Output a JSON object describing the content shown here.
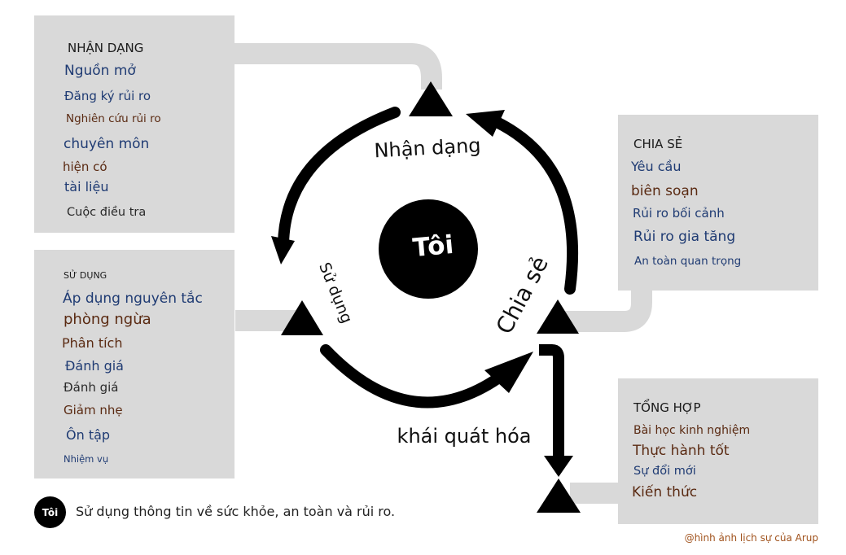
{
  "panels": {
    "identify": {
      "heading": "NHẬN DẠNG",
      "items": [
        "Nguồn mở",
        "Đăng ký rủi ro",
        "Nghiên cứu rủi ro",
        "chuyên môn",
        "hiện có",
        "tài liệu",
        "Cuộc điều tra"
      ]
    },
    "share": {
      "heading": "CHIA SẺ",
      "items": [
        "Yêu cầu",
        "biên soạn",
        "Rủi ro bối cảnh",
        "Rủi ro gia tăng",
        "An toàn quan trọng"
      ]
    },
    "use": {
      "heading": "SỬ DỤNG",
      "items": [
        "Áp dụng nguyên tắc",
        "phòng ngừa",
        "Phân tích",
        "Đánh giá",
        "Đánh giá",
        "Giảm nhẹ",
        "Ôn tập",
        "Nhiệm vụ"
      ]
    },
    "synthesize": {
      "heading": "TỔNG HỢP",
      "items": [
        "Bài học kinh nghiệm",
        "Thực hành tốt",
        "Sự đổi mới",
        "Kiến thức"
      ]
    }
  },
  "cycle": {
    "center": "Tôi",
    "identify": "Nhận dạng",
    "use": "Sử dụng",
    "share": "Chia sẻ",
    "generalize": "khái quát hóa"
  },
  "legend": {
    "badge": "Tôi",
    "text": "Sử dụng thông tin về sức khỏe, an toàn và rủi ro."
  },
  "credit": "@hình ảnh lịch sự của Arup",
  "colors": {
    "panel": "#d9d9d9",
    "connector": "#d9d9d9",
    "arrow": "#000000",
    "blue_text": "#1f3b73",
    "brown_text": "#5a2a12",
    "credit": "#a0521c"
  }
}
